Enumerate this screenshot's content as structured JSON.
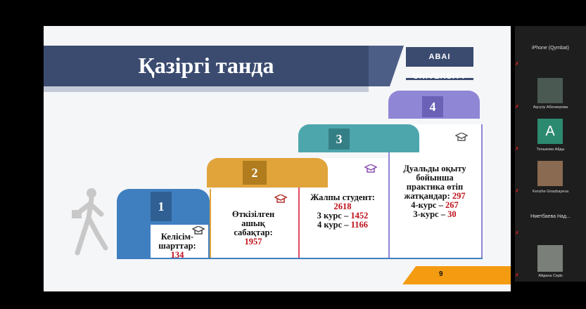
{
  "slide": {
    "title": "Қазіргі танда",
    "logo_text": "ABAI UNIVERSITY",
    "page_number": "9",
    "steps": [
      {
        "num": "1",
        "lines": [
          "Келісім-",
          "шарттар:"
        ],
        "values": [
          "134"
        ]
      },
      {
        "num": "2",
        "lines": [
          "Өткізілген",
          "ашық",
          "сабақтар:"
        ],
        "values": [
          "1957"
        ]
      },
      {
        "num": "3",
        "lines": [
          "Жалпы студент:"
        ],
        "value_total": "2618",
        "rows": [
          {
            "label": "3 курс –",
            "value": "1452"
          },
          {
            "label": "4 курс –",
            "value": "1166"
          }
        ]
      },
      {
        "num": "4",
        "lines": [
          "Дуальды оқыту",
          "бойынша",
          "практика өтіп"
        ],
        "rows": [
          {
            "label": "жатқандар:",
            "value": "297"
          },
          {
            "label": "4-курс –",
            "value": "267"
          },
          {
            "label": "3-курс –",
            "value": "30"
          }
        ]
      }
    ],
    "colors": {
      "step1": "#3f7fc0",
      "step2": "#e0a43a",
      "step3": "#4ea6ad",
      "step4": "#8f86d6",
      "title": "#3b4b70",
      "value": "#c0101a"
    }
  },
  "participants": [
    {
      "name": "iPhone (Qymbat)",
      "has_video": false
    },
    {
      "name": "Ақсүлу Абенкерова",
      "has_video": true
    },
    {
      "name": "Толыкова Айды",
      "initial": "A",
      "has_video": false
    },
    {
      "name": "Kenzhe Girazbayeva",
      "has_video": true
    },
    {
      "name": "Нметбаева Над...",
      "has_video": false
    },
    {
      "name": "Айдана Серік",
      "has_video": true
    }
  ]
}
